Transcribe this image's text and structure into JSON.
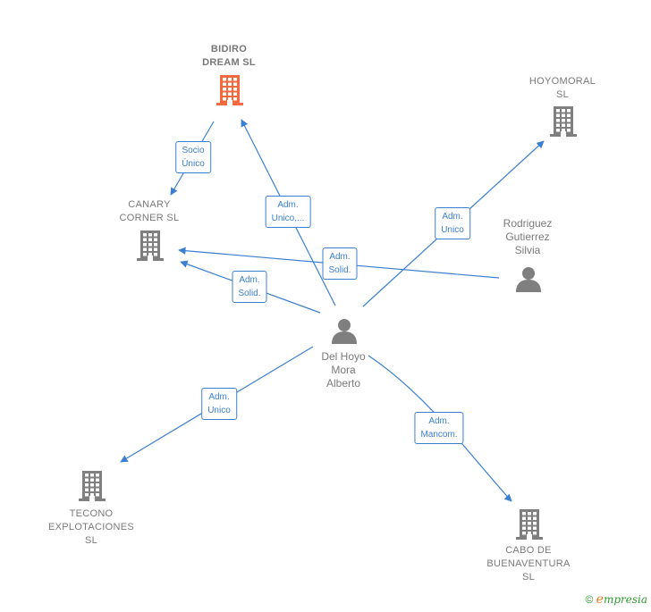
{
  "colors": {
    "edge": "#3b7fd1",
    "company": "#7f7f7f",
    "company_main": "#f26a3d",
    "person": "#7f7f7f"
  },
  "nodes": [
    {
      "id": "bidiro",
      "kind": "company",
      "main": true,
      "label": "BIDIRO\nDREAM  SL"
    },
    {
      "id": "hoyomoral",
      "kind": "company",
      "label": "HOYOMORAL\nSL"
    },
    {
      "id": "canary",
      "kind": "company",
      "label": "CANARY\nCORNER  SL"
    },
    {
      "id": "rodriguez",
      "kind": "person",
      "label": "Rodriguez\nGutierrez\nSilvia"
    },
    {
      "id": "delhoyo",
      "kind": "person",
      "label": "Del Hoyo\nMora\nAlberto"
    },
    {
      "id": "tecono",
      "kind": "company",
      "label": "TECONO\nEXPLOTACIONES\nSL"
    },
    {
      "id": "cabo",
      "kind": "company",
      "label": "CABO DE\nBUENAVENTURA\nSL"
    }
  ],
  "edges": [
    {
      "from": "bidiro",
      "to": "canary",
      "label": "Socio\nÚnico"
    },
    {
      "from": "delhoyo",
      "to": "bidiro",
      "label": "Adm.\nUnico,..."
    },
    {
      "from": "delhoyo",
      "to": "hoyomoral",
      "label": "Adm.\nUnico"
    },
    {
      "from": "rodriguez",
      "to": "canary",
      "label": "Adm.\nSolid."
    },
    {
      "from": "delhoyo",
      "to": "canary",
      "label": "Adm.\nSolid."
    },
    {
      "from": "delhoyo",
      "to": "tecono",
      "label": "Adm.\nUnico"
    },
    {
      "from": "delhoyo",
      "to": "cabo",
      "label": "Adm.\nMancom."
    }
  ],
  "brand": {
    "copyright": "©",
    "e": "e",
    "rest": "mpresia"
  }
}
